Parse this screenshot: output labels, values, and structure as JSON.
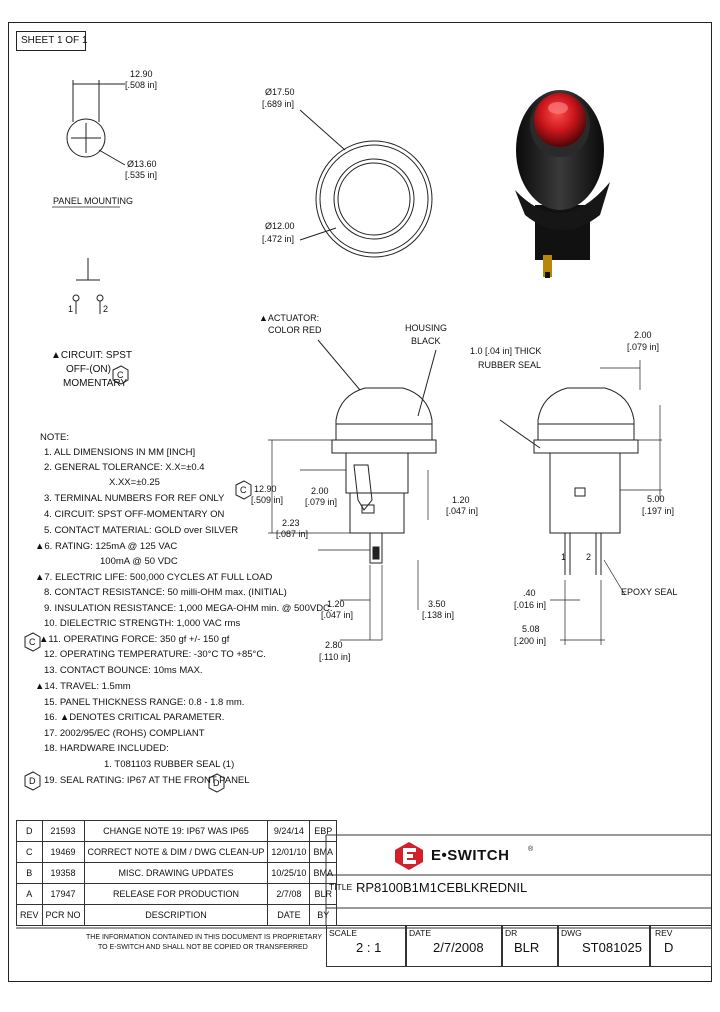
{
  "sheet_label": "SHEET 1 OF 1",
  "panel": {
    "dim1": "12.90",
    "dim1_in": "[.508 in]",
    "dim2": "Ø13.60",
    "dim2_in": "[.535 in]",
    "label": "PANEL MOUNTING"
  },
  "top_view": {
    "outer": "Ø17.50",
    "outer_in": "[.689 in]",
    "inner": "Ø12.00",
    "inner_in": "[.472 in]"
  },
  "circuit": {
    "pin1": "1",
    "pin2": "2",
    "line1": "▲CIRCUIT: SPST",
    "line2": "OFF-(ON)",
    "line3": "MOMENTARY",
    "badge": "C"
  },
  "side_view": {
    "actuator_1": "▲ACTUATOR:",
    "actuator_2": "COLOR RED",
    "housing_1": "HOUSING",
    "housing_2": "BLACK",
    "d_1290": "12.90",
    "d_1290_in": "[.509 in]",
    "badge": "C",
    "d_200": "2.00",
    "d_200_in": "[.079 in]",
    "d_120": "1.20",
    "d_120_in": "[.047 in]",
    "d_223": "2.23",
    "d_223_in": "[.087 in]",
    "d_120b": "1.20",
    "d_120b_in": "[.047 in]",
    "d_350": "3.50",
    "d_350_in": "[.138 in]",
    "d_280": "2.80",
    "d_280_in": "[.110 in]"
  },
  "right_view": {
    "seal_1": "1.0 [.04 in] THICK",
    "seal_2": "RUBBER SEAL",
    "d_200": "2.00",
    "d_200_in": "[.079 in]",
    "d_500": "5.00",
    "d_500_in": "[.197 in]",
    "pin1": "1",
    "pin2": "2",
    "epoxy": "EPOXY SEAL",
    "d_040": ".40",
    "d_040_in": "[.016 in]",
    "d_508": "5.08",
    "d_508_in": "[.200 in]"
  },
  "notes": [
    "NOTE:",
    "1. ALL DIMENSIONS IN MM [INCH]",
    "2. GENERAL TOLERANCE: X.X=±0.4",
    "X.XX=±0.25",
    "3. TERMINAL NUMBERS FOR REF ONLY",
    "4. CIRCUIT: SPST OFF-MOMENTARY ON",
    "5. CONTACT MATERIAL: GOLD over SILVER",
    "▲6. RATING: 125mA @ 125 VAC",
    "100mA @ 50 VDC",
    "▲7. ELECTRIC LIFE: 500,000 CYCLES AT FULL LOAD",
    "8. CONTACT RESISTANCE: 50 milli-OHM max. (INITIAL)",
    "9. INSULATION RESISTANCE: 1,000 MEGA-OHM min. @ 500VDC.",
    "10. DIELECTRIC STRENGTH: 1,000 VAC rms",
    "▲11. OPERATING FORCE: 350 gf +/- 150 gf",
    "12. OPERATING TEMPERATURE: -30°C TO +85°C.",
    "13. CONTACT BOUNCE: 10ms MAX.",
    "▲14. TRAVEL: 1.5mm",
    "15. PANEL THICKNESS RANGE: 0.8 - 1.8 mm.",
    "16. ▲DENOTES CRITICAL PARAMETER.",
    "17. 2002/95/EC (ROHS) COMPLIANT",
    "18. HARDWARE INCLUDED:",
    "1. T081103 RUBBER SEAL (1)",
    "19. SEAL RATING: IP67 AT THE FRONT PANEL"
  ],
  "notes_badges": [
    "C",
    "D"
  ],
  "revisions": [
    {
      "rev": "D",
      "pcr": "21593",
      "desc": "CHANGE NOTE 19: IP67 WAS IP65",
      "date": "9/24/14",
      "by": "EBP"
    },
    {
      "rev": "C",
      "pcr": "19469",
      "desc": "CORRECT NOTE & DIM / DWG CLEAN-UP",
      "date": "12/01/10",
      "by": "BMA"
    },
    {
      "rev": "B",
      "pcr": "19358",
      "desc": "MISC. DRAWING UPDATES",
      "date": "10/25/10",
      "by": "BMA"
    },
    {
      "rev": "A",
      "pcr": "17947",
      "desc": "RELEASE FOR PRODUCTION",
      "date": "2/7/08",
      "by": "BLR"
    }
  ],
  "rev_header": {
    "rev": "REV",
    "pcr": "PCR NO",
    "desc": "DESCRIPTION",
    "date": "DATE",
    "by": "BY"
  },
  "disclaimer_1": "THE INFORMATION CONTAINED IN THIS DOCUMENT IS PROPRIETARY",
  "disclaimer_2": "TO E-SWITCH AND SHALL NOT BE COPIED OR TRANSFERRED",
  "company": "E•SWITCH",
  "company_mark": "®",
  "title_label": "TITLE",
  "title_value": "RP8100B1M1CEBLKREDNIL",
  "title_block": {
    "scale_label": "SCALE",
    "scale_value": "2 : 1",
    "date_label": "DATE",
    "date_value": "2/7/2008",
    "dr_label": "DR",
    "dr_value": "BLR",
    "dwg_label": "DWG",
    "dwg_value": "ST081025",
    "rev_label": "REV",
    "rev_value": "D"
  },
  "colors": {
    "actuator_red": "#c8161b",
    "housing_black": "#1c1c1c",
    "logo_red": "#d4202a"
  }
}
